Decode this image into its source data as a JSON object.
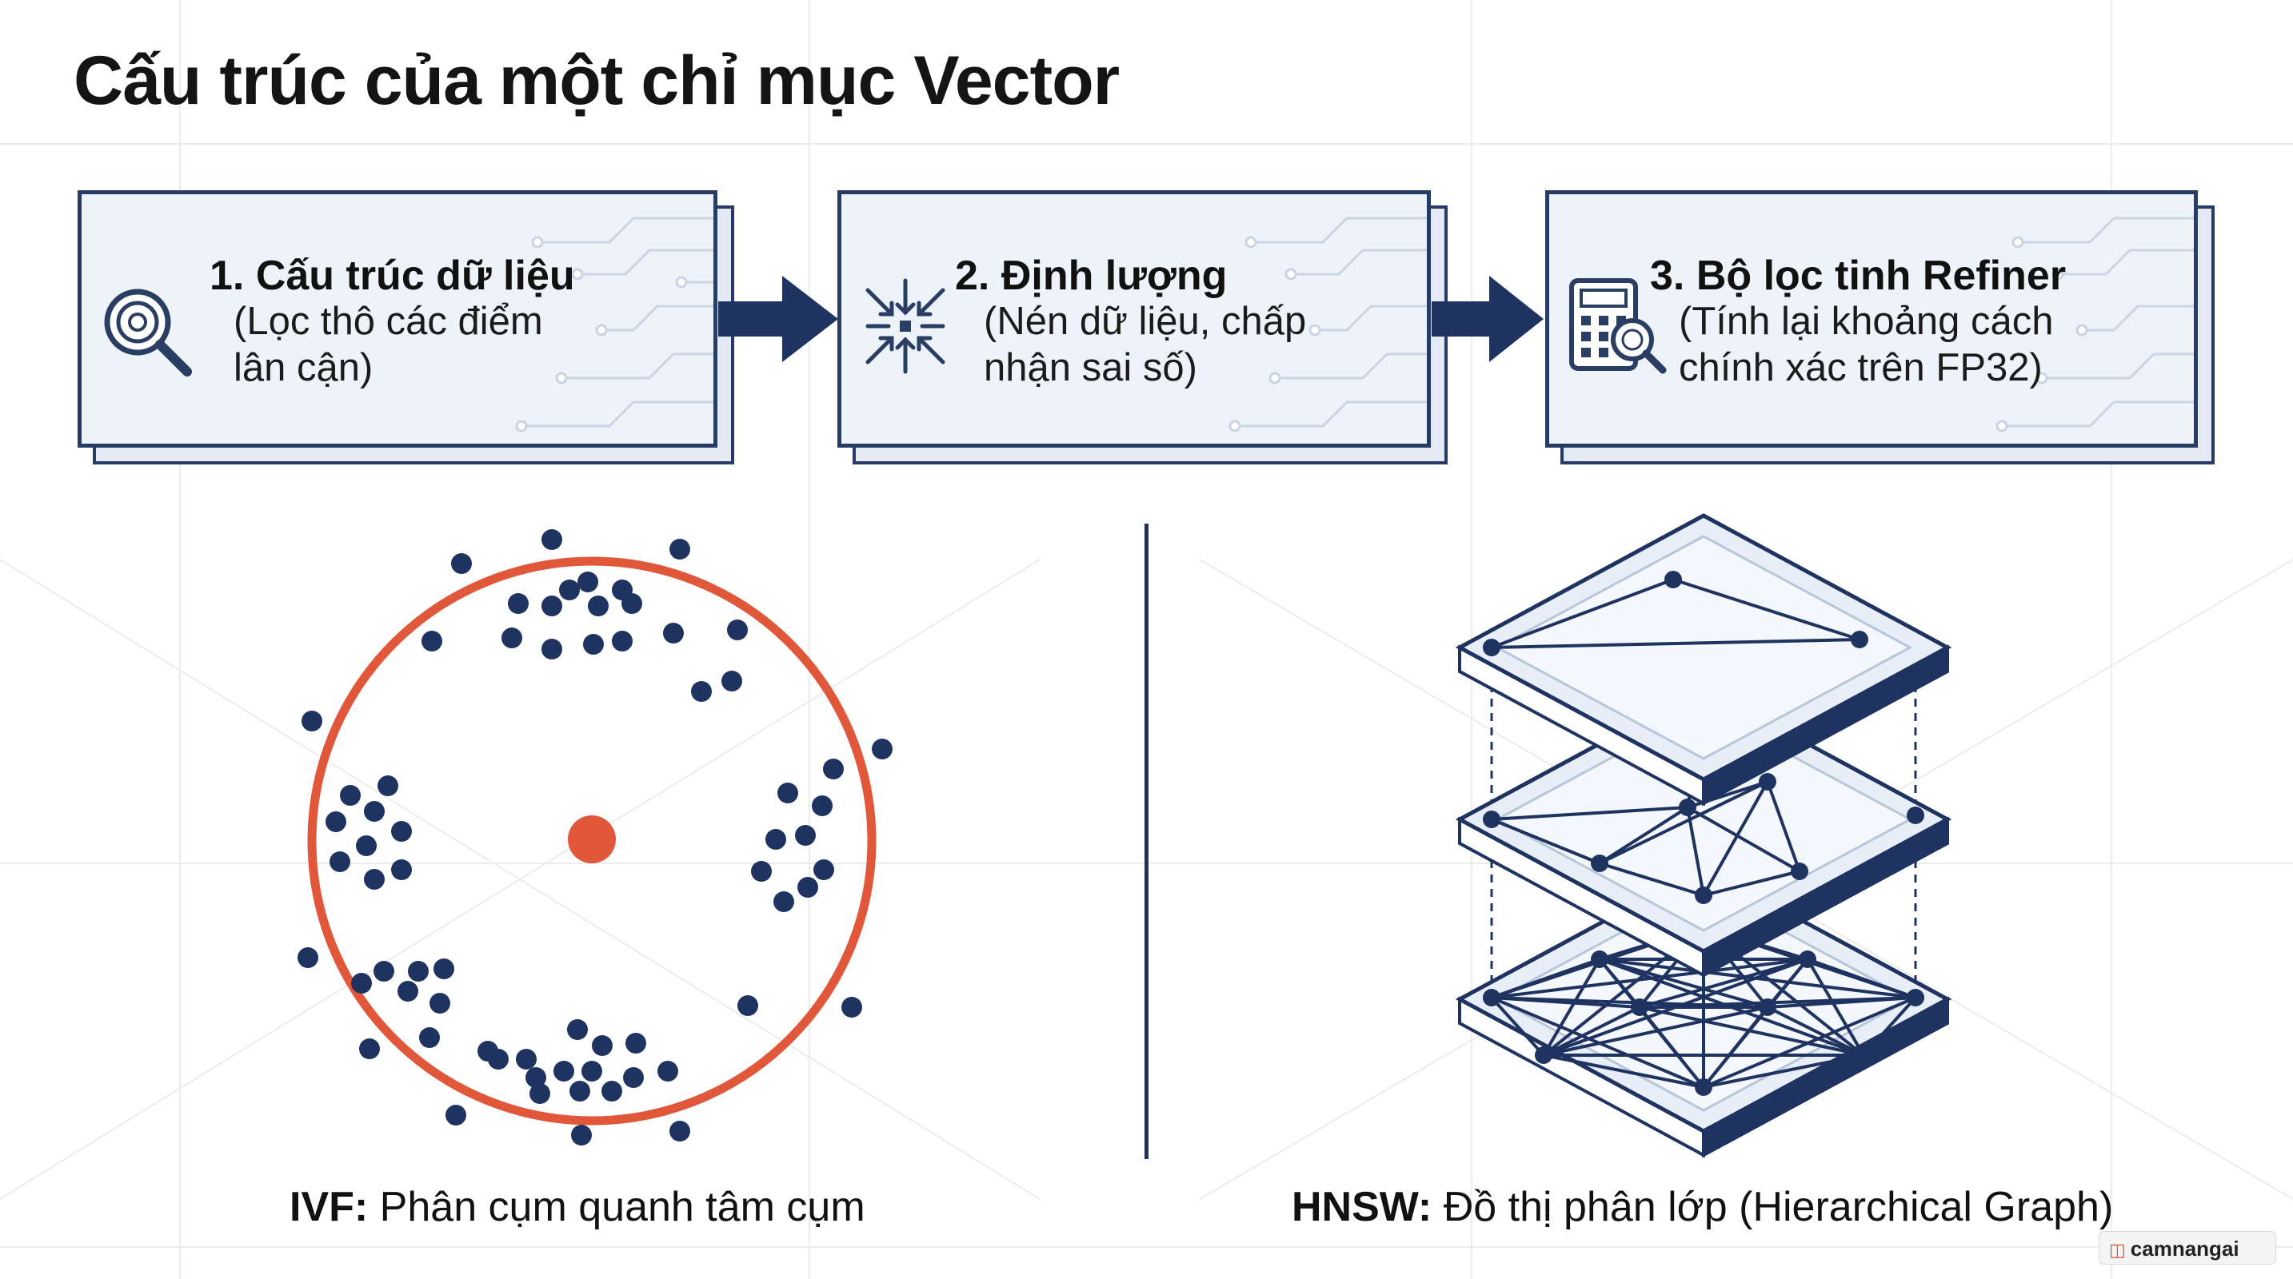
{
  "title": "Cấu trúc của một chỉ mục Vector",
  "steps": [
    {
      "heading": "1. Cấu trúc dữ liệu",
      "desc_lines": [
        "(Lọc thô các điểm",
        "lân cận)"
      ],
      "icon": "magnifier-icon"
    },
    {
      "heading": "2. Định lượng",
      "desc_lines": [
        "(Nén dữ liệu, chấp",
        "nhận sai số)"
      ],
      "icon": "compress-arrows-icon"
    },
    {
      "heading": "3. Bộ lọc tinh Refiner",
      "desc_lines": [
        "(Tính lại khoảng cách",
        "chính xác trên FP32)"
      ],
      "icon": "calculator-magnifier-icon"
    }
  ],
  "ivf_caption": {
    "bold": "IVF:",
    "text": " Phân cụm quanh tâm cụm"
  },
  "hnsw_caption": {
    "bold": "HNSW:",
    "text": " Đồ thị phân lớp (Hierarchical Graph)"
  },
  "watermark": "camnangai",
  "colors": {
    "navy": "#1f3360",
    "accent_red": "#e1573a",
    "box_fill": "#eef3f9",
    "layer_fill": "#e8eef7"
  }
}
